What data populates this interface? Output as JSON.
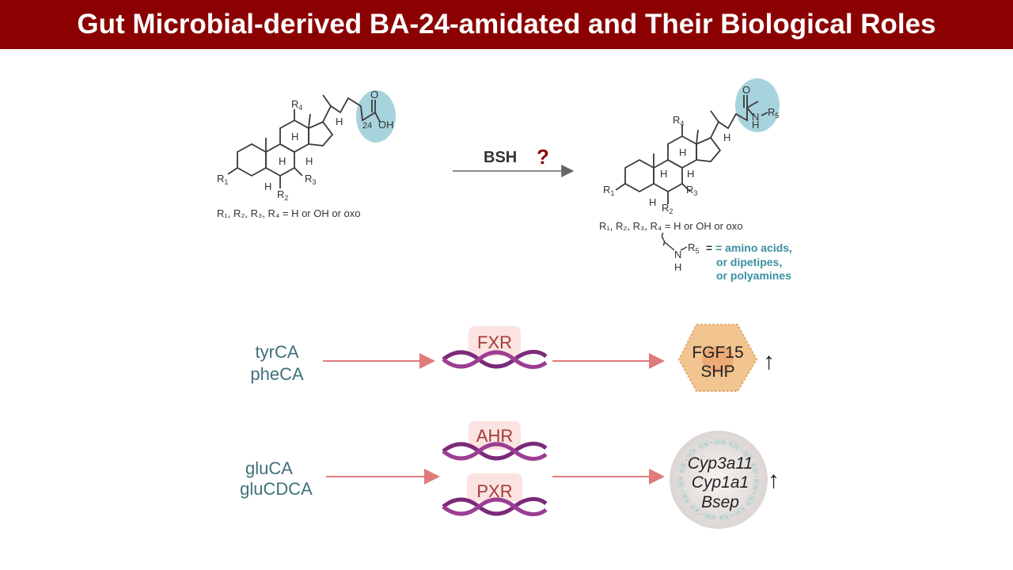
{
  "title": "Gut Microbial-derived BA-24-amidated and Their Biological Roles",
  "reaction": {
    "enzyme": "BSH",
    "question_mark": "?",
    "left_caption": "R₁, R₂, R₃, R₄ = H or OH or oxo",
    "right_caption": "R₁, R₂, R₃, R₄ = H or OH or oxo",
    "r5_definition": [
      "= amino acids,",
      "or dipetipes,",
      "or polyamines"
    ],
    "carbon_number": "24",
    "atoms": {
      "O": "O",
      "OH": "OH",
      "N": "N",
      "H": "H",
      "R5": "R5"
    }
  },
  "pathways": [
    {
      "ligands": [
        "tyrCA",
        "pheCA"
      ],
      "receptors": [
        "FXR"
      ],
      "targets": [
        "FGF15",
        "SHP"
      ],
      "effect": "↑"
    },
    {
      "ligands": [
        "gluCA",
        "gluCDCA"
      ],
      "receptors": [
        "AHR",
        "PXR"
      ],
      "targets": [
        "Cyp3a11",
        "Cyp1a1",
        "Bsep"
      ],
      "effect": "↑"
    }
  ],
  "colors": {
    "title_bg": "#8b0000",
    "highlight": "#a7d3dc",
    "arrow": "#e07b7b",
    "dna": "#7b2a7a",
    "receptor_box": "#fbe3e1",
    "liver_cell": "#f2c48f",
    "intestine_tissue": "#e8e4e2"
  }
}
